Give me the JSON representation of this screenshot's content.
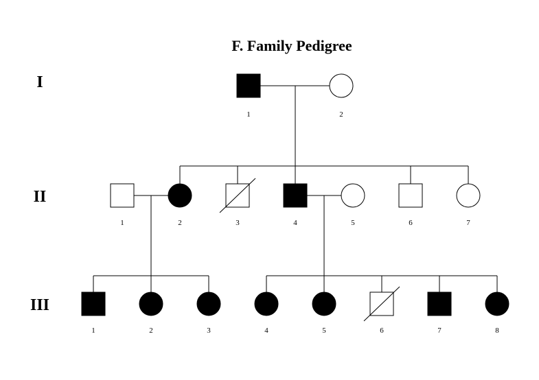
{
  "title": "F. Family Pedigree",
  "generations": [
    {
      "label": "I",
      "individuals": [
        {
          "id": "I-1",
          "number": "1",
          "sex": "male",
          "affected": true,
          "deceased": false
        },
        {
          "id": "I-2",
          "number": "2",
          "sex": "female",
          "affected": false,
          "deceased": false
        }
      ]
    },
    {
      "label": "II",
      "individuals": [
        {
          "id": "II-1",
          "number": "1",
          "sex": "male",
          "affected": false,
          "deceased": false
        },
        {
          "id": "II-2",
          "number": "2",
          "sex": "female",
          "affected": true,
          "deceased": false
        },
        {
          "id": "II-3",
          "number": "3",
          "sex": "male",
          "affected": false,
          "deceased": true
        },
        {
          "id": "II-4",
          "number": "4",
          "sex": "male",
          "affected": true,
          "deceased": false
        },
        {
          "id": "II-5",
          "number": "5",
          "sex": "female",
          "affected": false,
          "deceased": false
        },
        {
          "id": "II-6",
          "number": "6",
          "sex": "male",
          "affected": false,
          "deceased": false
        },
        {
          "id": "II-7",
          "number": "7",
          "sex": "female",
          "affected": false,
          "deceased": false
        }
      ]
    },
    {
      "label": "III",
      "individuals": [
        {
          "id": "III-1",
          "number": "1",
          "sex": "male",
          "affected": true,
          "deceased": false
        },
        {
          "id": "III-2",
          "number": "2",
          "sex": "female",
          "affected": true,
          "deceased": false
        },
        {
          "id": "III-3",
          "number": "3",
          "sex": "female",
          "affected": true,
          "deceased": false
        },
        {
          "id": "III-4",
          "number": "4",
          "sex": "female",
          "affected": true,
          "deceased": false
        },
        {
          "id": "III-5",
          "number": "5",
          "sex": "female",
          "affected": true,
          "deceased": false
        },
        {
          "id": "III-6",
          "number": "6",
          "sex": "male",
          "affected": false,
          "deceased": true
        },
        {
          "id": "III-7",
          "number": "7",
          "sex": "male",
          "affected": true,
          "deceased": false
        },
        {
          "id": "III-8",
          "number": "8",
          "sex": "female",
          "affected": true,
          "deceased": false
        }
      ]
    }
  ],
  "matings": [
    {
      "partners": [
        "I-1",
        "I-2"
      ],
      "children": [
        "II-2",
        "II-3",
        "II-4",
        "II-6",
        "II-7"
      ]
    },
    {
      "partners": [
        "II-1",
        "II-2"
      ],
      "children": [
        "III-1",
        "III-2",
        "III-3"
      ]
    },
    {
      "partners": [
        "II-4",
        "II-5"
      ],
      "children": [
        "III-4",
        "III-5",
        "III-6",
        "III-7",
        "III-8"
      ]
    }
  ],
  "colors": {
    "affected": "#000000",
    "unaffected": "#ffffff",
    "stroke": "#000000"
  }
}
